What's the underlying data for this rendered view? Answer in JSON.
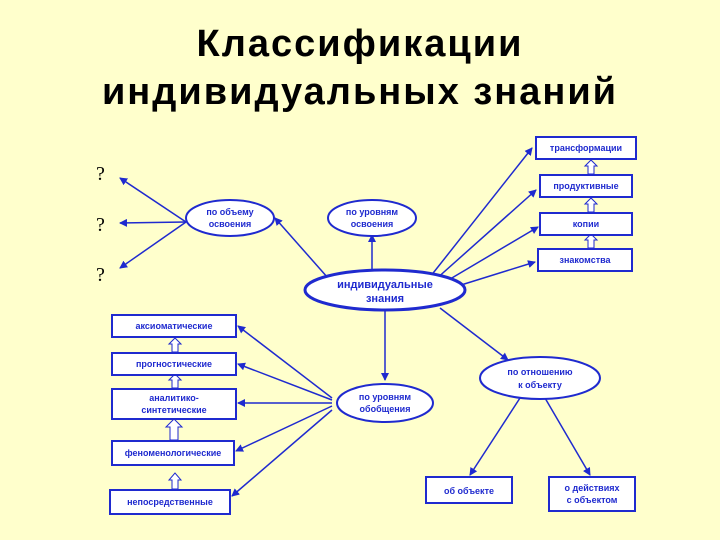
{
  "title": {
    "line1": "Классификации",
    "line2": "индивидуальных знаний"
  },
  "center": {
    "line1": "индивидуальные",
    "line2": "знания"
  },
  "volume": {
    "line1": "по объему",
    "line2": "освоения"
  },
  "level": {
    "line1": "по уровням",
    "line2": "освоения"
  },
  "generalization": {
    "line1": "по уровням",
    "line2": "обобщения"
  },
  "relation": {
    "line1": "по отношению",
    "line2": "к объекту"
  },
  "questions": [
    "?",
    "?",
    "?"
  ],
  "level_items": [
    "трансформации",
    "продуктивные",
    "копии",
    "знакомства"
  ],
  "generalization_items": [
    {
      "line1": "аксиоматические",
      "line2": ""
    },
    {
      "line1": "прогностические",
      "line2": ""
    },
    {
      "line1": "аналитико-",
      "line2": "синтетические"
    },
    {
      "line1": "феноменологические",
      "line2": ""
    },
    {
      "line1": "непосредственные",
      "line2": ""
    }
  ],
  "relation_items": [
    {
      "line1": "об объекте",
      "line2": ""
    },
    {
      "line1": "о действиях",
      "line2": "с объектом"
    }
  ]
}
